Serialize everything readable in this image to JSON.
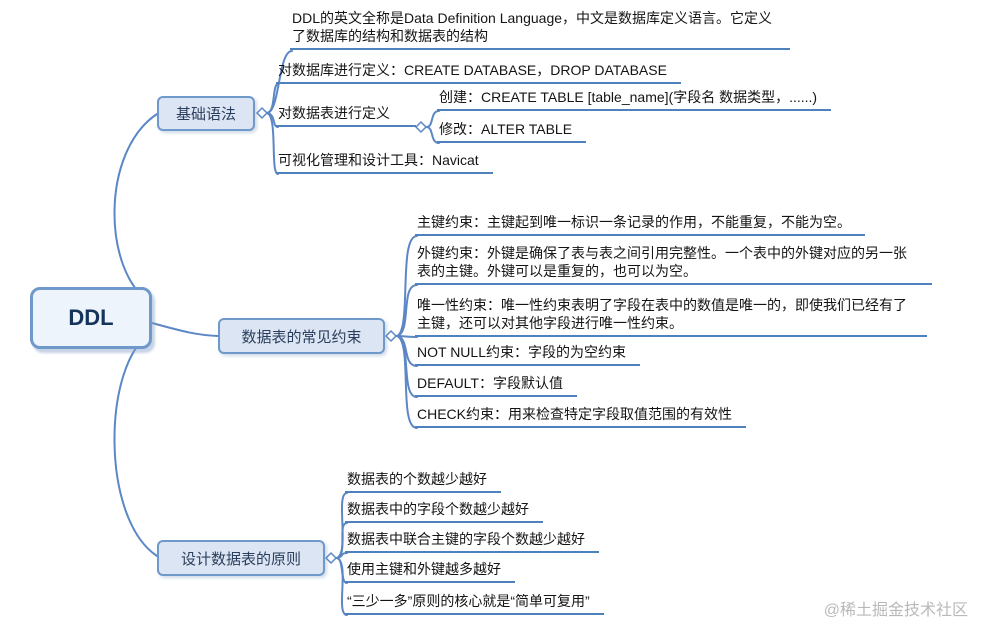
{
  "root": {
    "label": "DDL"
  },
  "branch_basic": {
    "label": "基础语法",
    "intro": "DDL的英文全称是Data Definition Language，中文是数据库定义语言。它定义了数据库的结构和数据表的结构",
    "db_def": "对数据库进行定义：CREATE DATABASE，DROP DATABASE",
    "table_def": "对数据表进行定义",
    "table_create": "创建：CREATE TABLE [table_name](字段名 数据类型，......)",
    "table_alter": "修改：ALTER TABLE",
    "tools": "可视化管理和设计工具：Navicat"
  },
  "branch_constraints": {
    "label": "数据表的常见约束",
    "items": [
      "主键约束：主键起到唯一标识一条记录的作用，不能重复，不能为空。",
      "外键约束：外键是确保了表与表之间引用完整性。一个表中的外键对应的另一张表的主键。外键可以是重复的，也可以为空。",
      "唯一性约束：唯一性约束表明了字段在表中的数值是唯一的，即使我们已经有了主键，还可以对其他字段进行唯一性约束。",
      "NOT NULL约束：字段的为空约束",
      "DEFAULT：字段默认值",
      "CHECK约束：用来检查特定字段取值范围的有效性"
    ]
  },
  "branch_design": {
    "label": "设计数据表的原则",
    "items": [
      "数据表的个数越少越好",
      "数据表中的字段个数越少越好",
      "数据表中联合主键的字段个数越少越好",
      "使用主键和外键越多越好",
      "“三少一多”原则的核心就是“简单可复用”"
    ]
  },
  "watermark": "@稀土掘金技术社区"
}
